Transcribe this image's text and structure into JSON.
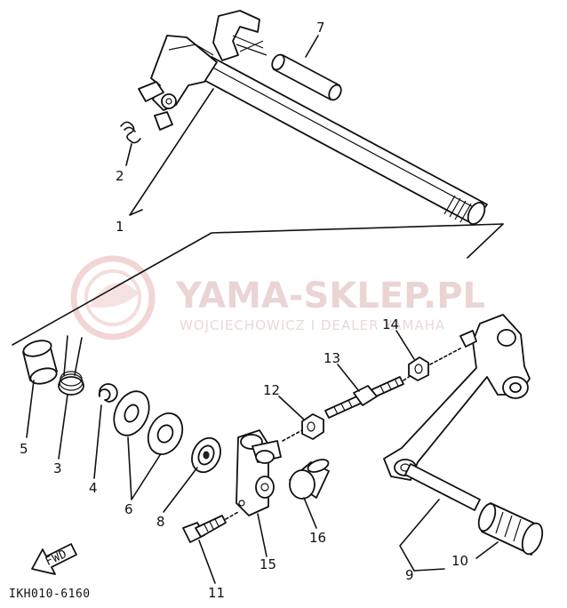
{
  "diagram_code": "IKH010-6160",
  "fwd_label": "FWD",
  "watermark": {
    "brand": "YAMA-SKLEP.PL",
    "dealer": "WOJCIECHOWICZ I DEALER YAMAHA"
  },
  "callouts": [
    {
      "id": "1",
      "label": "1"
    },
    {
      "id": "2",
      "label": "2"
    },
    {
      "id": "3",
      "label": "3"
    },
    {
      "id": "4",
      "label": "4"
    },
    {
      "id": "5",
      "label": "5"
    },
    {
      "id": "6",
      "label": "6"
    },
    {
      "id": "7",
      "label": "7"
    },
    {
      "id": "8",
      "label": "8"
    },
    {
      "id": "9",
      "label": "9"
    },
    {
      "id": "10",
      "label": "10"
    },
    {
      "id": "11",
      "label": "11"
    },
    {
      "id": "12",
      "label": "12"
    },
    {
      "id": "13",
      "label": "13"
    },
    {
      "id": "14",
      "label": "14"
    },
    {
      "id": "15",
      "label": "15"
    },
    {
      "id": "16",
      "label": "16"
    }
  ]
}
